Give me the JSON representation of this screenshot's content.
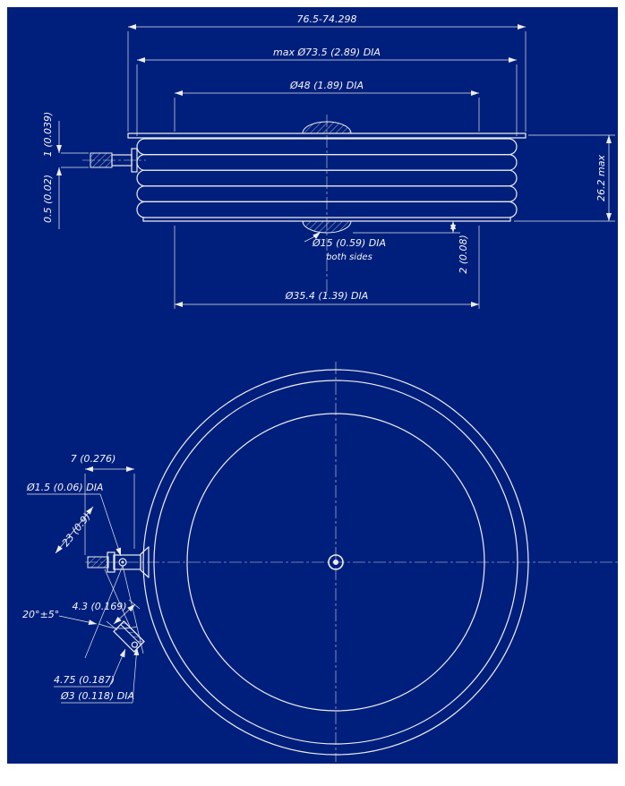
{
  "colors": {
    "background": "#001f7c",
    "line": "#ededed"
  },
  "side_view": {
    "dim_flange": "76.5-74.298",
    "dim_body": "max Ø73.5 (2.89) DIA",
    "dim_face_top": "Ø48 (1.89) DIA",
    "dim_face_bottom": "Ø35.4 (1.39) DIA",
    "boss_dia": "Ø15 (0.59) DIA",
    "boss_note": "both sides",
    "boss_height": "2 (0.08)",
    "thickness": "26.2 max",
    "gate_dim_a": "1 (0.039)",
    "gate_dim_b": "0.5 (0.02)"
  },
  "plan_view": {
    "tube_length": "7 (0.276)",
    "wire_dia": "Ø1.5 (0.06) DIA",
    "radial": "23 (0.9)",
    "angle": "20°±5°",
    "lead_offset": "4.3 (0.169)",
    "lead_length": "4.75 (0.187)",
    "lead_dia": "Ø3 (0.118) DIA"
  }
}
